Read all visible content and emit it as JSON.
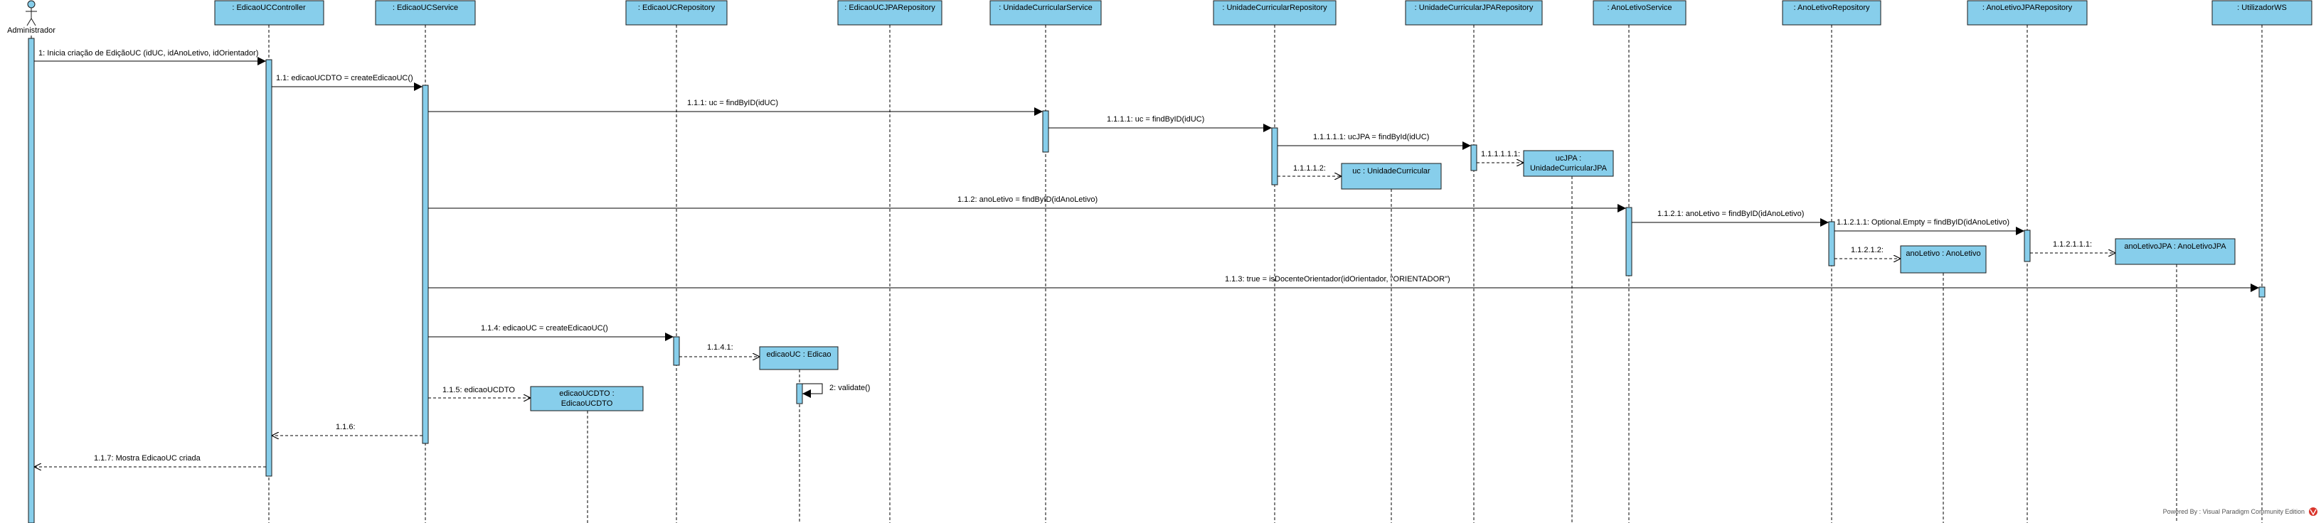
{
  "diagram": {
    "actor": {
      "name": "Administrador",
      "color": "#5aa9d6"
    },
    "lifelines": [
      {
        "id": "ctrl",
        "label": ": EdicaoUCController"
      },
      {
        "id": "svc",
        "label": ": EdicaoUCService"
      },
      {
        "id": "repo",
        "label": ": EdicaoUCRepository"
      },
      {
        "id": "jpa",
        "label": ": EdicaoUCJPARepository"
      },
      {
        "id": "ucsvc",
        "label": ": UnidadeCurricularService"
      },
      {
        "id": "ucrepo",
        "label": ": UnidadeCurricularRepository"
      },
      {
        "id": "ucjpa",
        "label": ": UnidadeCurricularJPARepository"
      },
      {
        "id": "alsvc",
        "label": ": AnoLetivoService"
      },
      {
        "id": "alrepo",
        "label": ": AnoLetivoRepository"
      },
      {
        "id": "aljpa",
        "label": ": AnoLetivoJPARepository"
      },
      {
        "id": "ws",
        "label": ": UtilizadorWS"
      }
    ],
    "created_objects": [
      {
        "id": "ucjpaobj",
        "lines": [
          "ucJPA :",
          "UnidadeCurricularJPA"
        ]
      },
      {
        "id": "ucobj",
        "lines": [
          "uc : UnidadeCurricular"
        ]
      },
      {
        "id": "alobj",
        "lines": [
          "anoLetivo : AnoLetivo"
        ]
      },
      {
        "id": "aljpaobj",
        "lines": [
          "anoLetivoJPA : AnoLetivoJPA"
        ]
      },
      {
        "id": "edobj",
        "lines": [
          "edicaoUC : Edicao"
        ]
      },
      {
        "id": "dtoobj",
        "lines": [
          "edicaoUCDTO :",
          "EdicaoUCDTO"
        ]
      }
    ],
    "messages": [
      {
        "id": "m1",
        "text": "1: Inicia criação de EdiçãoUC (idUC, idAnoLetivo, idOrientador)",
        "kind": "call"
      },
      {
        "id": "m11",
        "text": "1.1: edicaoUCDTO = createEdicaoUC()",
        "kind": "call"
      },
      {
        "id": "m111",
        "text": "1.1.1: uc = findByID(idUC)",
        "kind": "call"
      },
      {
        "id": "m1111",
        "text": "1.1.1.1: uc = findByID(idUC)",
        "kind": "call"
      },
      {
        "id": "m11111",
        "text": "1.1.1.1.1: ucJPA = findById(idUC)",
        "kind": "call"
      },
      {
        "id": "m111111",
        "text": "1.1.1.1.1.1:",
        "kind": "create"
      },
      {
        "id": "m11112",
        "text": "1.1.1.1.2:",
        "kind": "create"
      },
      {
        "id": "m112",
        "text": "1.1.2: anoLetivo = findByID(idAnoLetivo)",
        "kind": "call"
      },
      {
        "id": "m1121",
        "text": "1.1.2.1: anoLetivo = findByID(idAnoLetivo)",
        "kind": "call"
      },
      {
        "id": "m11211",
        "text": "1.1.2.1.1: Optional.Empty = findByID(idAnoLetivo)",
        "kind": "call"
      },
      {
        "id": "m112111",
        "text": "1.1.2.1.1.1:",
        "kind": "create"
      },
      {
        "id": "m11212",
        "text": "1.1.2.1.2:",
        "kind": "create"
      },
      {
        "id": "m113",
        "text": "1.1.3: true = isDocenteOrientador(idOrientador, \"ORIENTADOR\")",
        "kind": "call"
      },
      {
        "id": "m114",
        "text": "1.1.4: edicaoUC = createEdicaoUC()",
        "kind": "call"
      },
      {
        "id": "m1141",
        "text": "1.1.4.1:",
        "kind": "create"
      },
      {
        "id": "m2",
        "text": "2: validate()",
        "kind": "self"
      },
      {
        "id": "m115",
        "text": "1.1.5: edicaoUCDTO",
        "kind": "create"
      },
      {
        "id": "m116",
        "text": "1.1.6:",
        "kind": "return"
      },
      {
        "id": "m117",
        "text": "1.1.7: Mostra EdicaoUC criada",
        "kind": "return"
      }
    ],
    "colors": {
      "box_fill": "#87ceeb",
      "box_stroke": "#1a1a1a",
      "line": "#000000"
    },
    "watermark": "Powered By : Visual Paradigm Community Edition"
  }
}
